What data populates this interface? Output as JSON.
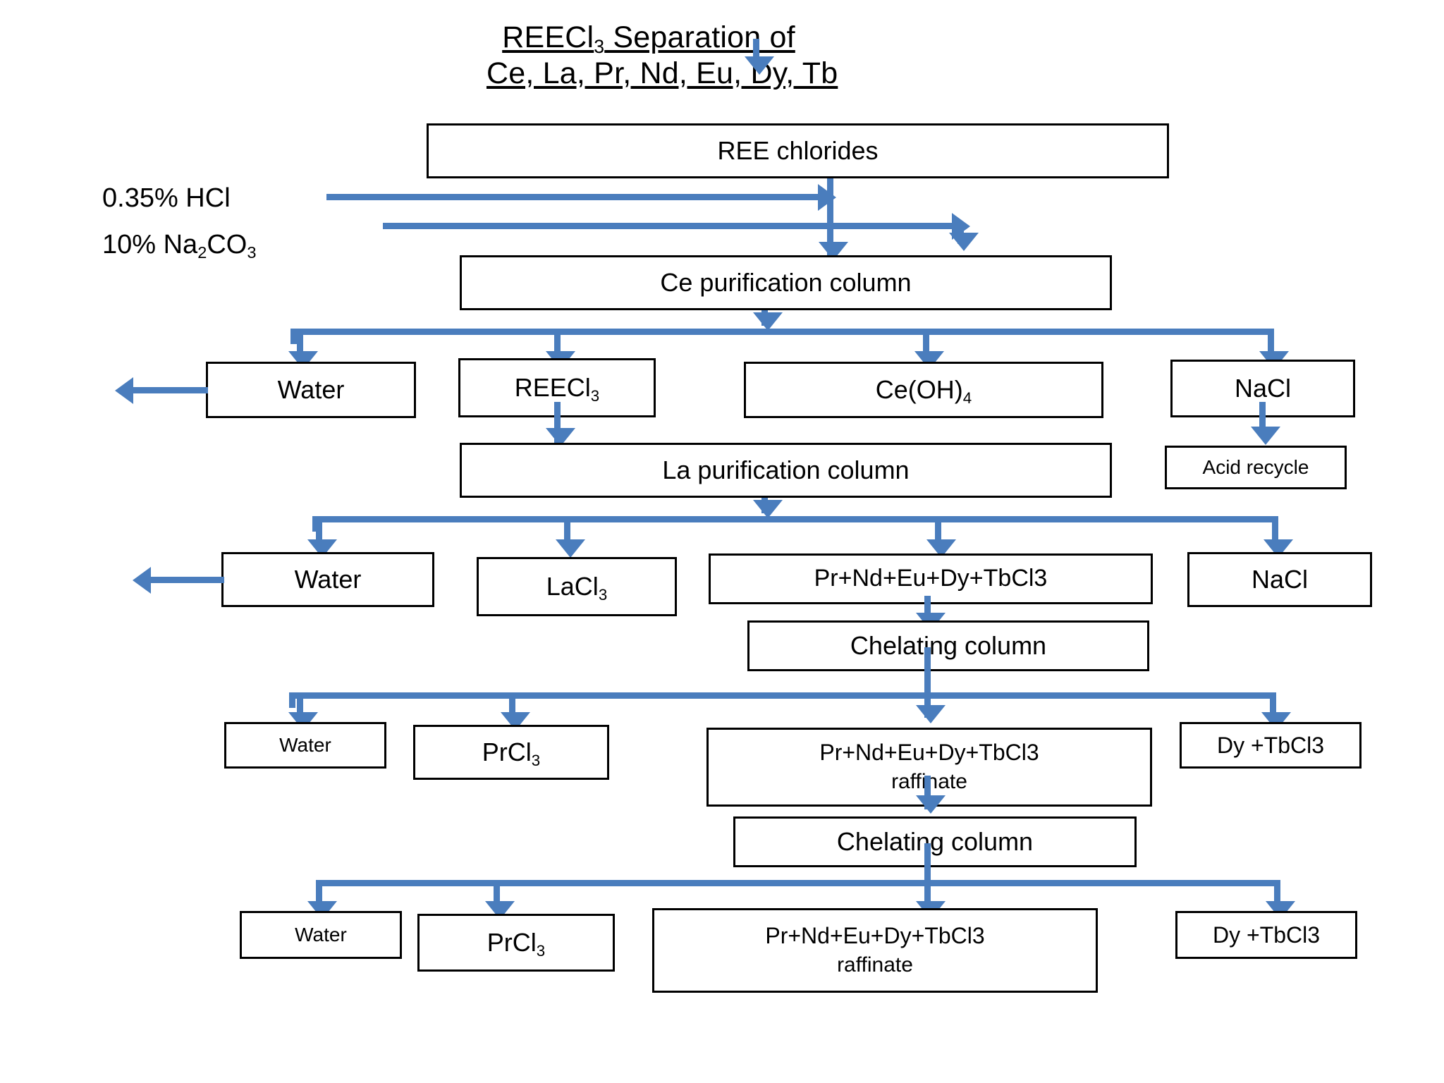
{
  "diagram": {
    "title_line1_a": "REECl",
    "title_line1_sub": "3",
    "title_line1_b": " Separation of",
    "title_line2": "Ce, La, Pr, Nd, Eu, Dy, Tb",
    "accent_color": "#4a7dbd",
    "border_color": "#000000",
    "background_color": "#ffffff"
  },
  "feeds": [
    {
      "text_a": "0.35% HCl",
      "text_b": "",
      "sub": "",
      "text_c": ""
    },
    {
      "text_a": "10% Na",
      "sub": "2",
      "text_b": "CO",
      "sub2": "3",
      "text_c": ""
    }
  ],
  "feed_labels": {
    "hcl": "0.35% HCl",
    "na2co3_a": "10% Na",
    "na2co3_sub1": "2",
    "na2co3_b": "CO",
    "na2co3_sub2": "3"
  },
  "nodes": {
    "ree_chlorides": "REE chlorides",
    "ce_purification_column": "Ce purification column",
    "water_1": "Water",
    "reecl3_a": "REECl",
    "reecl3_sub": "3",
    "ce_oh_4_a": "Ce(OH)",
    "ce_oh_4_sub": "4",
    "nacl_1": "NaCl",
    "acid_recycle": "Acid recycle",
    "la_purification_column": "La purification column",
    "water_2": "Water",
    "lacl3_a": "LaCl",
    "lacl3_sub": "3",
    "mixed_chlorides_1": "Pr+Nd+Eu+Dy+TbCl3",
    "nacl_2": "NaCl",
    "chelating_column_1": "Chelating column",
    "water_3": "Water",
    "prcl3_1_a": "PrCl",
    "prcl3_1_sub": "3",
    "raffinate_1_line1": "Pr+Nd+Eu+Dy+TbCl3",
    "raffinate_1_line2": "raffinate",
    "dy_tbcl3_1": "Dy +TbCl3",
    "chelating_column_2": "Chelating column",
    "water_4": "Water",
    "prcl3_2_a": "PrCl",
    "prcl3_2_sub": "3",
    "raffinate_2_line1": "Pr+Nd+Eu+Dy+TbCl3",
    "raffinate_2_line2": "raffinate",
    "dy_tbcl3_2": "Dy +TbCl3"
  }
}
